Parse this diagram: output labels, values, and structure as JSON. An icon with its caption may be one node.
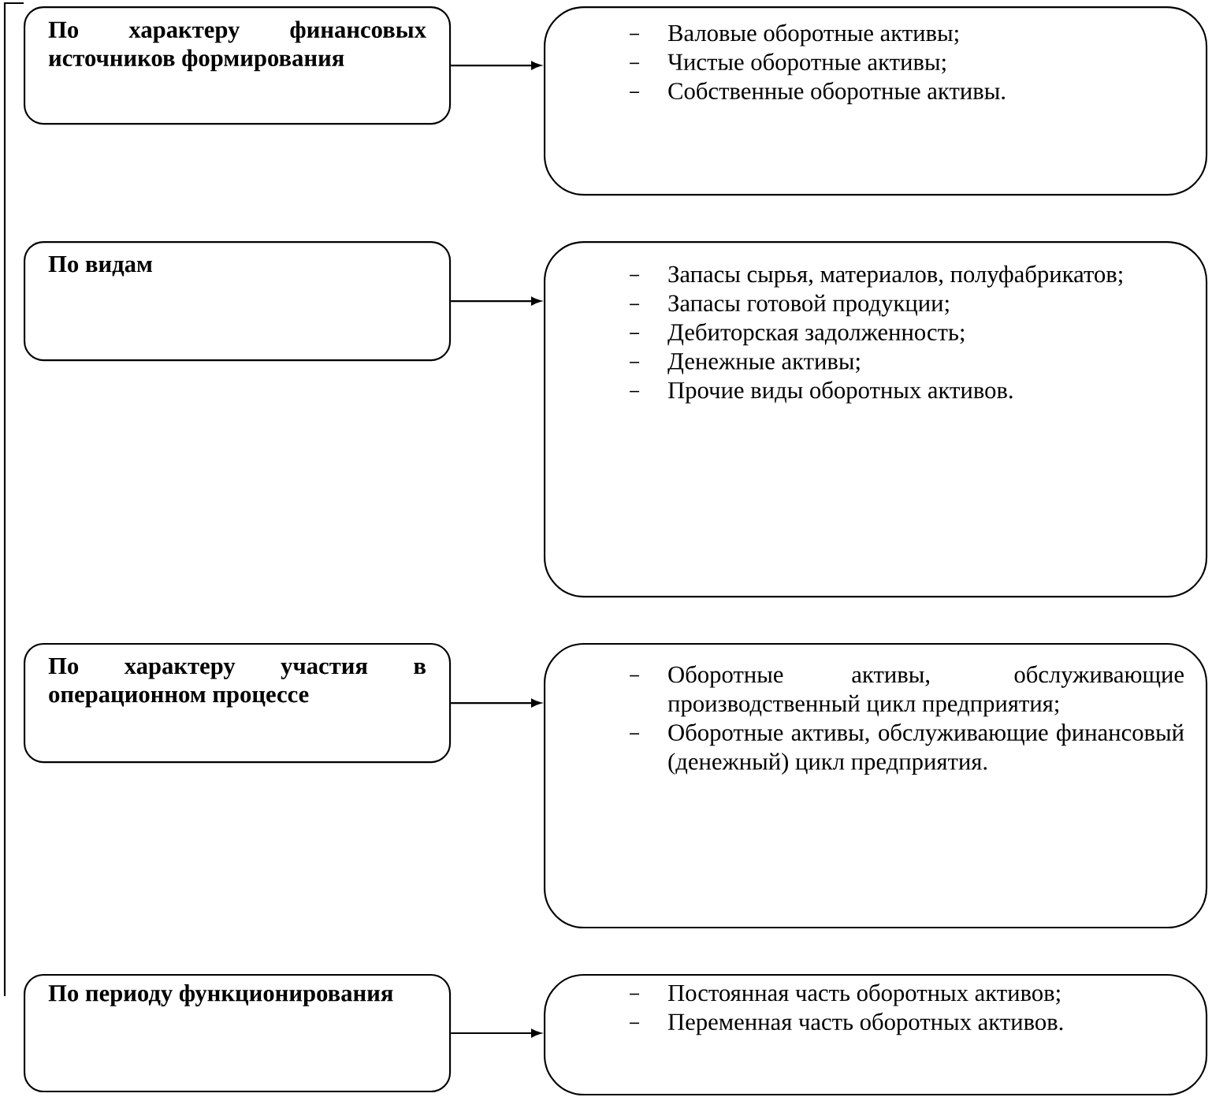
{
  "diagram": {
    "nodes": [
      {
        "text": [
          "По характеру финансовых источников формирования"
        ]
      },
      {
        "text": [
          "Валовые оборотные активы;",
          "Чистые оборотные активы;",
          "Собственные оборотные активы."
        ]
      },
      {
        "text": [
          "По видам"
        ]
      },
      {
        "text": [
          "Запасы сырья, материалов, полуфабрикатов;",
          "Запасы готовой продукции;",
          "Дебиторская задолженность;",
          "Денежные активы;",
          "Прочие виды оборотных активов."
        ]
      },
      {
        "text": [
          "По характеру участия в операционном процессе"
        ]
      },
      {
        "text": [
          "Оборотные активы, обслуживающие производственный цикл предприятия;",
          "Оборотные активы, обслуживающие финансовый (денежный) цикл предприятия."
        ]
      },
      {
        "text": [
          "По периоду функционирования"
        ]
      },
      {
        "text": [
          "Постоянная часть оборотных активов;",
          "Переменная часть оборотных активов."
        ]
      }
    ],
    "edges": [
      {
        "from": 0,
        "to": 1,
        "arrow": "to"
      },
      {
        "from": 2,
        "to": 3,
        "arrow": "to"
      },
      {
        "from": 4,
        "to": 5,
        "arrow": "to"
      },
      {
        "from": 6,
        "to": 7,
        "arrow": "to"
      }
    ]
  }
}
